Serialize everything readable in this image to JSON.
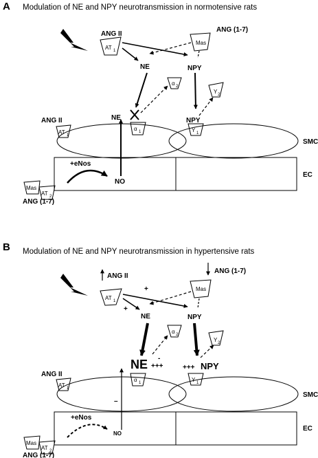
{
  "panels": [
    {
      "letter": "A",
      "title": "Modulation of NE and NPY neurotransmission in normotensive rats",
      "labels": {
        "ang2_top": "ANG II",
        "ang17_top": "ANG (1-7)",
        "ne_mid": "NE",
        "npy_mid": "NPY",
        "ne_low": "NE",
        "npy_low": "NPY",
        "ang2_low": "ANG II",
        "ang17_low": "ANG (1-7)",
        "enos": "+eNos",
        "no": "NO",
        "smc": "SMC",
        "ec": "EC"
      },
      "receptors": {
        "at1": "AT",
        "mas": "Mas",
        "alpha2": "α",
        "y2": "Y",
        "alpha1": "α",
        "y1": "Y",
        "at2": "AT"
      },
      "subscripts": {
        "at1": "1",
        "alpha2": "2",
        "y2": "2",
        "alpha1": "1",
        "y1": "1",
        "at2": "2"
      }
    },
    {
      "letter": "B",
      "title": "Modulation of NE and NPY neurotransmission in hypertensive rats",
      "labels": {
        "ang2_top": "ANG II",
        "ang17_top": "ANG (1-7)",
        "ne_mid": "NE",
        "npy_mid": "NPY",
        "ne_low": "NE",
        "npy_low": "NPY",
        "ang2_low": "ANG II",
        "ang17_low": "ANG (1-7)",
        "enos": "+eNos",
        "no": "NO",
        "smc": "SMC",
        "ec": "EC",
        "plus1": "+",
        "plus2": "+",
        "plus_ne": "+++",
        "plus_npy": "+++",
        "minus_ne": "-",
        "minus_no": "–"
      },
      "receptors": {
        "at1": "AT",
        "mas": "Mas",
        "alpha2": "α",
        "y2": "Y",
        "alpha1": "α",
        "y1": "Y",
        "at2": "AT"
      },
      "subscripts": {
        "at1": "1",
        "alpha2": "2",
        "y2": "2",
        "alpha1": "1",
        "y1": "1",
        "at2": "2"
      }
    }
  ]
}
